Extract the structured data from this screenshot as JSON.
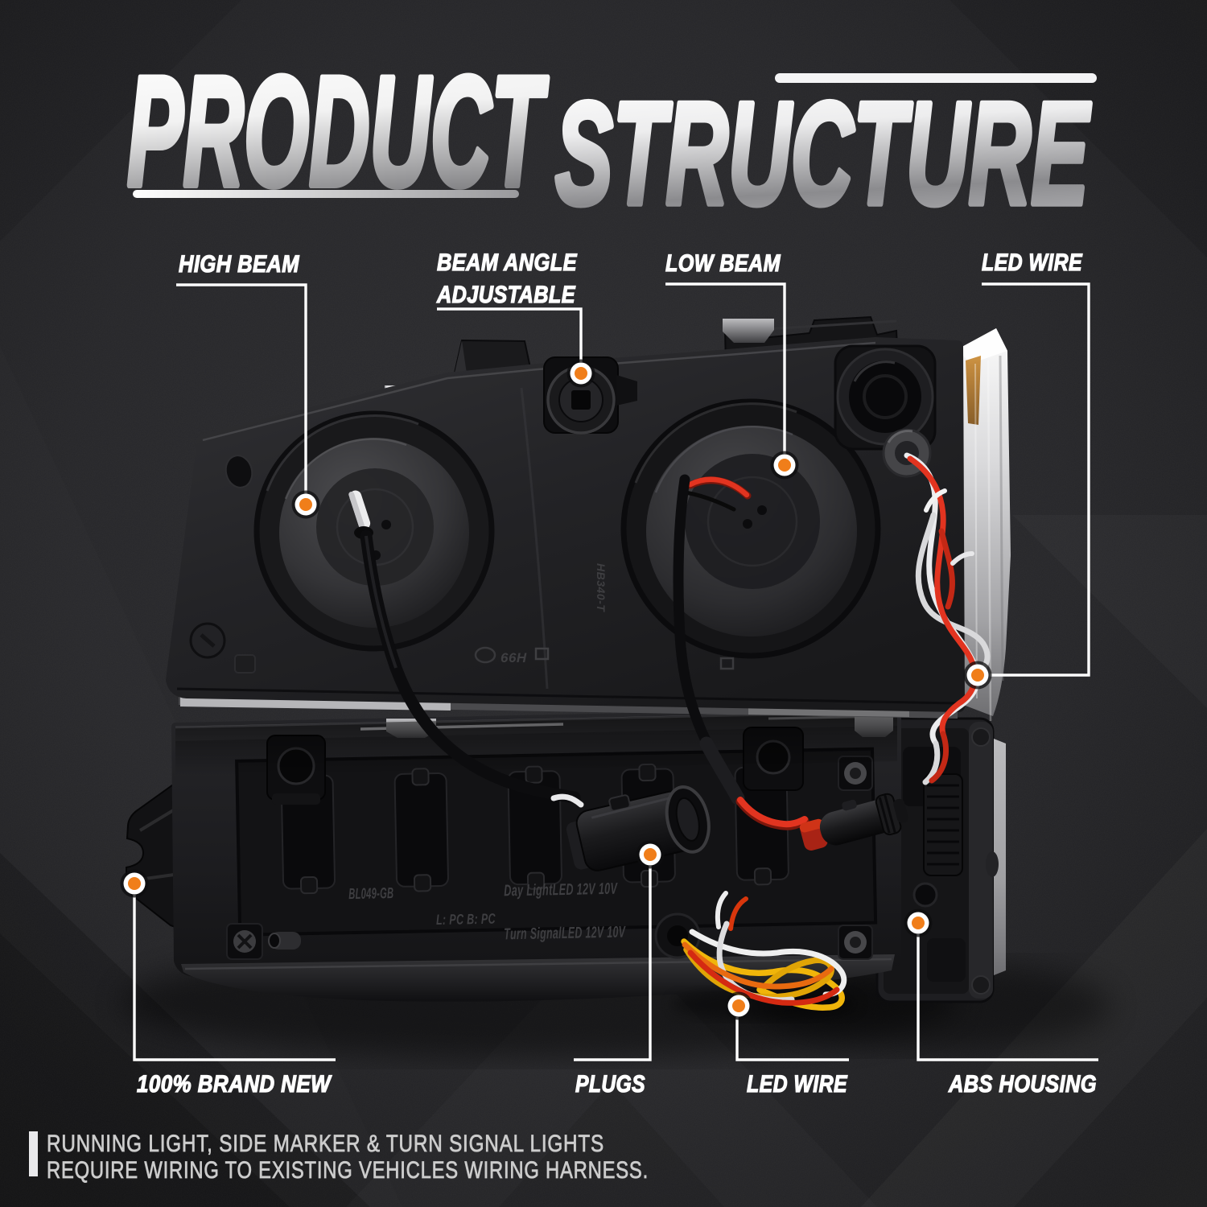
{
  "page": {
    "background_color": "#242427",
    "accent_orange": "#F07E1A",
    "label_text_color": "#FFFFFF",
    "footnote_text_color": "#C9C9C9"
  },
  "title": {
    "word1": "PRODUCT",
    "word2": "STRUCTURE"
  },
  "callouts": {
    "high_beam": {
      "label": "HIGH BEAM"
    },
    "beam_angle": {
      "label_line1": "BEAM ANGLE",
      "label_line2": "ADJUSTABLE"
    },
    "low_beam": {
      "label": "LOW BEAM"
    },
    "led_wire_top": {
      "label": "LED WIRE"
    },
    "brand_new": {
      "label": "100% BRAND NEW"
    },
    "plugs": {
      "label": "PLUGS"
    },
    "led_wire_bottom": {
      "label": "LED WIRE"
    },
    "abs_housing": {
      "label": "ABS HOUSING"
    }
  },
  "product_markings": {
    "part_number": "BL049-GB",
    "day_light_spec": "Day LightLED 12V 10V",
    "material_code": "L: PC  B: PC",
    "turn_signal_spec": "Turn SignalLED 12V 10V",
    "housing_mark": "66H",
    "bulb_mark": "HB340-T"
  },
  "footnote": {
    "line1": "RUNNING LIGHT, SIDE MARKER & TURN SIGNAL LIGHTS",
    "line2": "REQUIRE WIRING TO EXISTING VEHICLES WIRING HARNESS."
  },
  "wire_colors": {
    "red": "#E03422",
    "yellow": "#F0B50A",
    "white": "#EEEEEE",
    "black": "#0B0B0D"
  }
}
